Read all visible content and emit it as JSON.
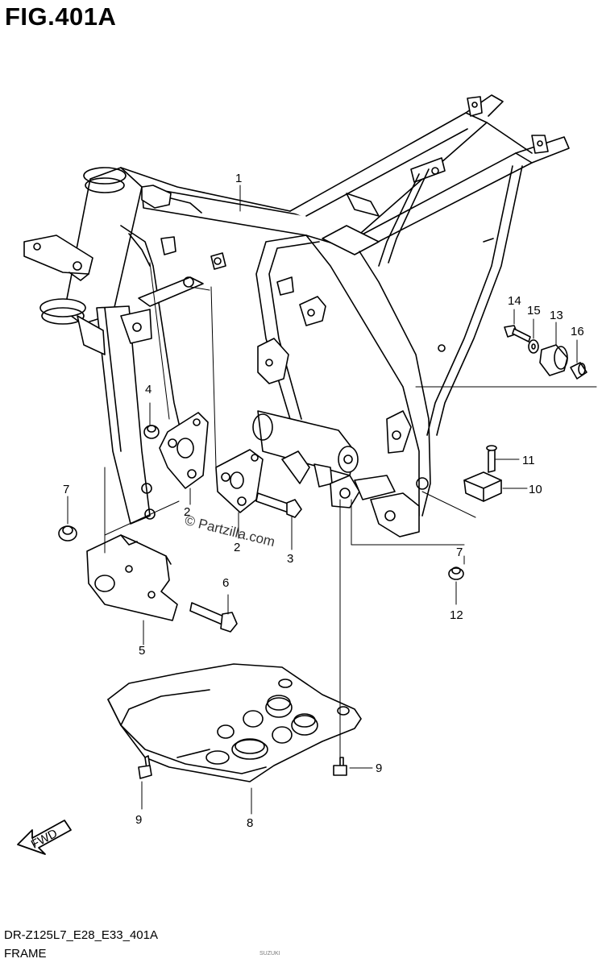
{
  "title": "FIG.401A",
  "diagram_code": "DR-Z125L7_E28_E33_401A",
  "caption": "FRAME",
  "watermark": "© Partzilla.com",
  "copyright": "SUZUKI",
  "fwd_label": "FWD",
  "callouts": {
    "c1": "1",
    "c2": "2",
    "c2b": "2",
    "c3": "3",
    "c4": "4",
    "c5": "5",
    "c6": "6",
    "c7a": "7",
    "c7b": "7",
    "c8": "8",
    "c9a": "9",
    "c9b": "9",
    "c10": "10",
    "c11": "11",
    "c12": "12",
    "c13": "13",
    "c14": "14",
    "c15": "15",
    "c16": "16"
  }
}
